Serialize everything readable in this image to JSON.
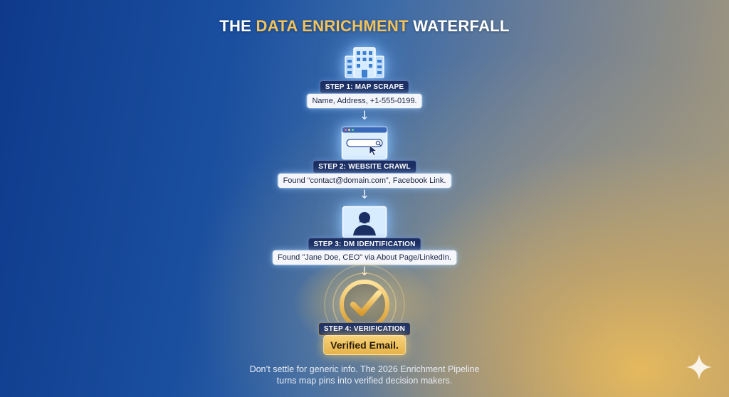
{
  "title": {
    "prefix": "THE ",
    "accent": "DATA ENRICHMENT",
    "suffix": " WATERFALL"
  },
  "colors": {
    "accent_gold": "#f3c35a",
    "label_navy": "#1c2f63",
    "info_box_bg": "#f4f6fb"
  },
  "steps": [
    {
      "icon": "building-icon",
      "label": "STEP 1: MAP SCRAPE",
      "info": "Name, Address, +1-555-0199."
    },
    {
      "icon": "browser-search-icon",
      "label": "STEP 2: WEBSITE CRAWL",
      "info": "Found “contact@domain.com”, Facebook Link."
    },
    {
      "icon": "person-profile-icon",
      "label": "STEP 3: DM IDENTIFICATION",
      "info": "Found \"Jane Doe, CEO\" via About Page/LinkedIn."
    },
    {
      "icon": "checkmark-badge-icon",
      "label": "STEP 4: VERIFICATION",
      "info": "Verified Email."
    }
  ],
  "arrow_glyph": "↓",
  "footer": {
    "line1": "Don’t settle for generic info. The 2026 Enrichment Pipeline",
    "line2": "turns map pins into verified decision makers."
  },
  "corner_icon": "sparkle-icon"
}
